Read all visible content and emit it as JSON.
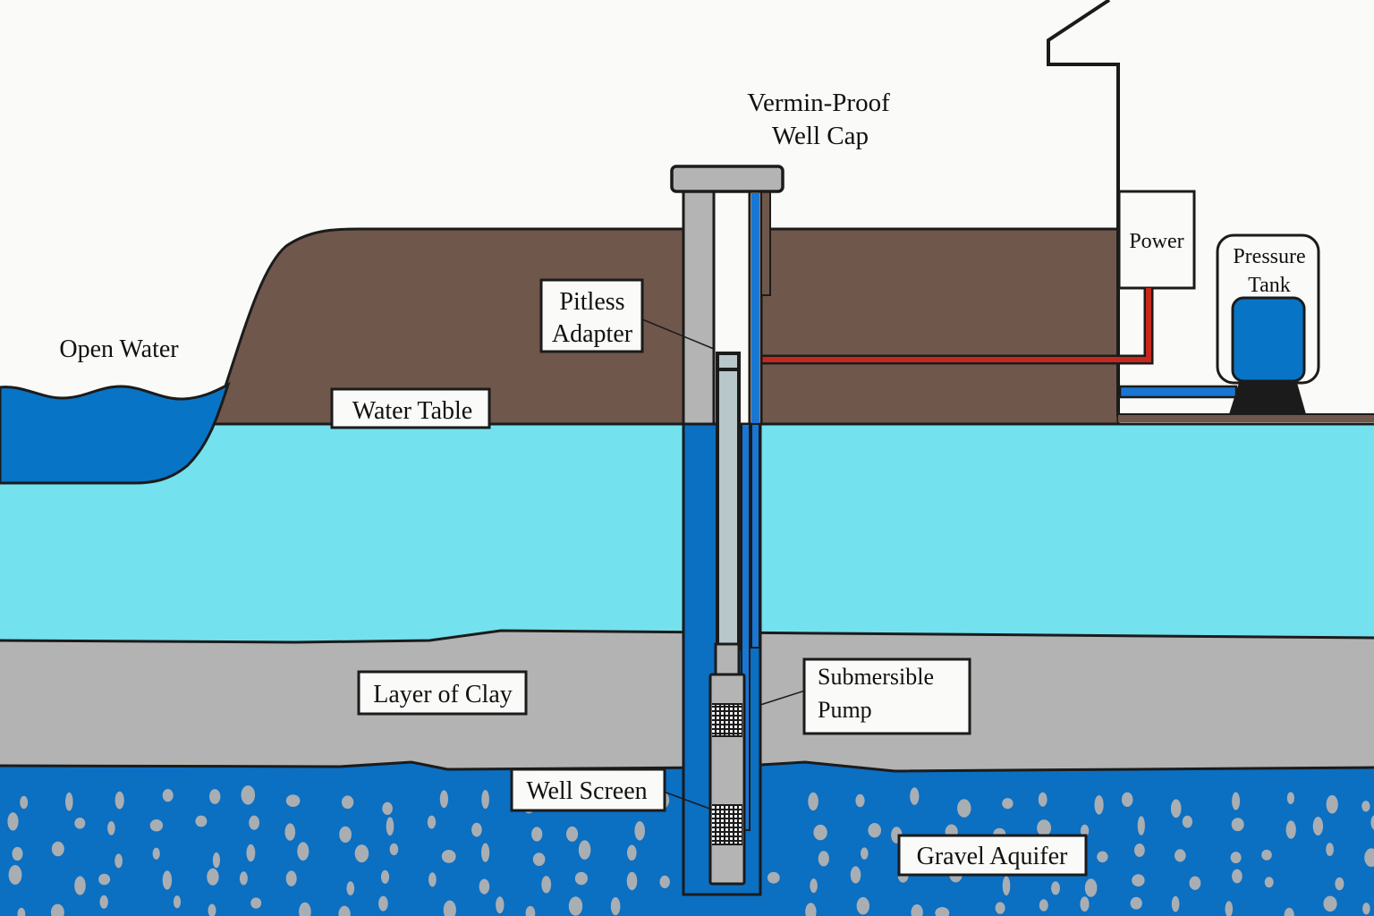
{
  "title": "Drilled Well Cross-Section",
  "labels": {
    "open_water": "Open Water",
    "well_cap_line1": "Vermin-Proof",
    "well_cap_line2": "Well Cap",
    "pitless_line1": "Pitless",
    "pitless_line2": "Adapter",
    "water_table": "Water Table",
    "power": "Power",
    "pressure_line1": "Pressure",
    "pressure_line2": "Tank",
    "clay": "Layer of Clay",
    "pump_line1": "Submersible",
    "pump_line2": "Pump",
    "well_screen": "Well Screen",
    "gravel_aquifer": "Gravel Aquifer"
  },
  "colors": {
    "sky": "#fafaf8",
    "soil": "#6f574b",
    "groundwater": "#74e1ee",
    "open_water": "#0874c6",
    "clay": "#b3b3b3",
    "aquifer": "#0b6fc2",
    "pebble": "#a9aeb3",
    "casing": "#b4b4b4",
    "pipe_light": "#b8c7c9",
    "water_line": "#1976d2",
    "power_line": "#c6281e",
    "outline": "#1b1b1b"
  }
}
